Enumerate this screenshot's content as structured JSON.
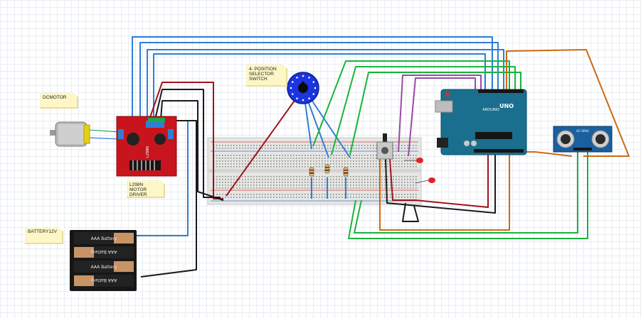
{
  "notes": {
    "dc_motor": "DCMOTOR",
    "selector_switch": "4- POSITION SELECTOR SWITCH",
    "motor_driver": "L298N MOTOR DRIVER",
    "battery": "BATTERY12V"
  },
  "components": {
    "battery_cell_label": "AAA Battery",
    "arduino_brand": "ARDUINO",
    "arduino_model": "UNO",
    "sensor_label": "HC-SR04",
    "driver_chip": "L298N"
  },
  "colors": {
    "wire_blue": "#2f7fd4",
    "wire_red": "#a0121a",
    "wire_black": "#1a1a1a",
    "wire_green": "#18b53a",
    "wire_orange": "#cc6a14",
    "wire_purple": "#9a4aa6",
    "driver_board": "#c8141c",
    "arduino_board": "#1a6f8e",
    "switch_body": "#1b35e0"
  }
}
